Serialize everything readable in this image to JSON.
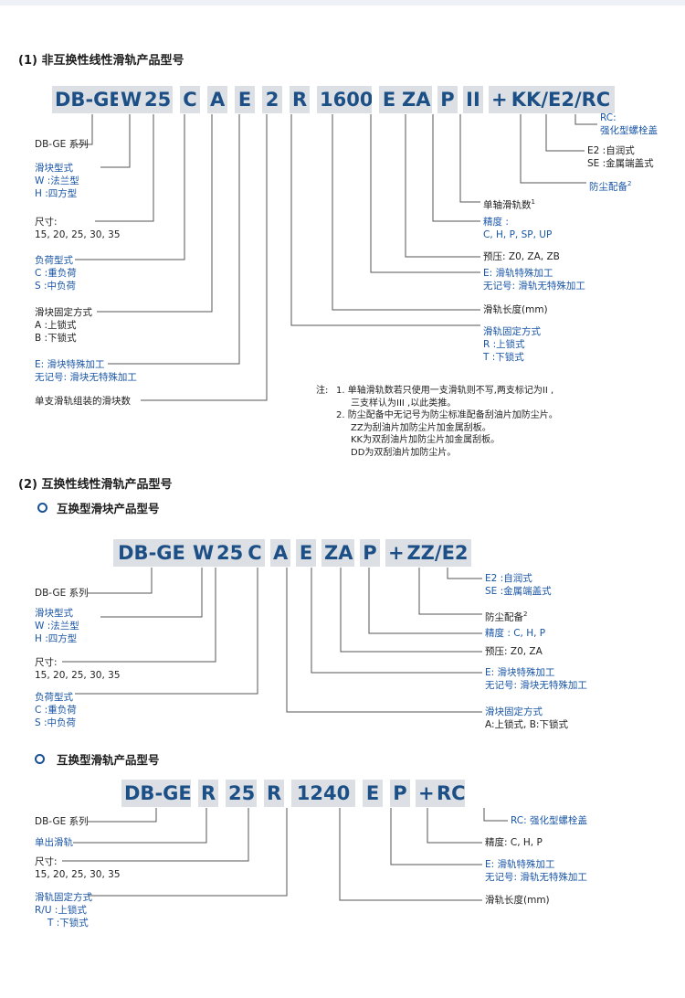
{
  "section1": {
    "heading": "(1) 非互换性线性滑轨产品型号",
    "code": [
      "DB-GE",
      "W",
      "25",
      "C",
      "A",
      "E",
      "2",
      "R",
      "1600",
      "E",
      "ZA",
      "P",
      "II",
      "+",
      "KK/E2/RC"
    ],
    "labels": {
      "series": "DB-GE 系列",
      "block_type": [
        "滑块型式",
        "W :法兰型",
        "H :四方型"
      ],
      "size": [
        "尺寸:",
        "15, 20, 25, 30, 35"
      ],
      "load": [
        "负荷型式",
        "C :重负荷",
        "S :中负荷"
      ],
      "block_fix": [
        "滑块固定方式",
        "A :上锁式",
        "B :下锁式"
      ],
      "block_special": [
        "E: 滑块特殊加工",
        "无记号: 滑块无特殊加工"
      ],
      "block_count": "单支滑轨组装的滑块数",
      "rc": [
        "RC:",
        "强化型螺栓盖"
      ],
      "e2": [
        "E2 :自润式",
        "SE :金属端盖式"
      ],
      "dust": "防尘配备",
      "dust_sup": "2",
      "rail_count": "单轴滑轨数",
      "rail_count_sup": "1",
      "precision": [
        "精度 :",
        "C, H, P, SP, UP"
      ],
      "preload": "预压:  Z0, ZA, ZB",
      "rail_special": [
        "E: 滑轨特殊加工",
        "无记号:  滑轨无特殊加工"
      ],
      "rail_length": "滑轨长度(mm)",
      "rail_fix": [
        "滑轨固定方式",
        "R :上锁式",
        "T :下锁式"
      ]
    },
    "notes": {
      "prefix": "注:",
      "lines": [
        "1.  单轴滑轨数若只使用一支滑轨则不写,两支标记为II ,",
        "三支样认为III ,以此类推。",
        "2.  防尘配备中无记号为防尘标准配备刮油片加防尘片。",
        "ZZ为刮油片加防尘片加金属刮板。",
        "KK为双刮油片加防尘片加金属刮板。",
        "DD为双刮油片加防尘片。"
      ]
    }
  },
  "section2": {
    "heading": "(2) 互换性线性滑轨产品型号",
    "block": {
      "subheading": "互换型滑块产品型号",
      "code": [
        "DB-GE",
        "W",
        "25",
        "C",
        "A",
        "E",
        "ZA",
        "P",
        "+",
        "ZZ/E2"
      ],
      "labels": {
        "series": "DB-GE 系列",
        "block_type": [
          "滑块型式",
          "W :法兰型",
          "H :四方型"
        ],
        "size": [
          "尺寸:",
          "15, 20, 25, 30, 35"
        ],
        "load": [
          "负荷型式",
          "C :重负荷",
          "S :中负荷"
        ],
        "e2": [
          "E2 :自润式",
          "SE :金属端盖式"
        ],
        "dust": "防尘配备",
        "dust_sup": "2",
        "precision": "精度 :  C, H, P",
        "preload": "预压:   Z0, ZA",
        "block_special": [
          "E: 滑块特殊加工",
          "无记号:  滑块无特殊加工"
        ],
        "block_fix": [
          "滑块固定方式",
          "A:上锁式,    B:下锁式"
        ]
      }
    },
    "rail": {
      "subheading": "互换型滑轨产品型号",
      "code": [
        "DB-GE",
        "R",
        "25",
        "R",
        "1240",
        "E",
        "P",
        "+",
        "RC"
      ],
      "labels": {
        "series": "DB-GE 系列",
        "single": "单出滑轨",
        "size": [
          "尺寸:",
          "15, 20, 25, 30, 35"
        ],
        "rail_fix": [
          "滑轨固定方式",
          "R/U  :上锁式",
          "T  :下锁式"
        ],
        "rc": "RC: 强化型螺栓盖",
        "precision": "精度:  C, H, P",
        "rail_special": [
          "E: 滑轨特殊加工",
          "无记号:  滑轨无特殊加工"
        ],
        "rail_length": "滑轨长度(mm)"
      }
    }
  }
}
